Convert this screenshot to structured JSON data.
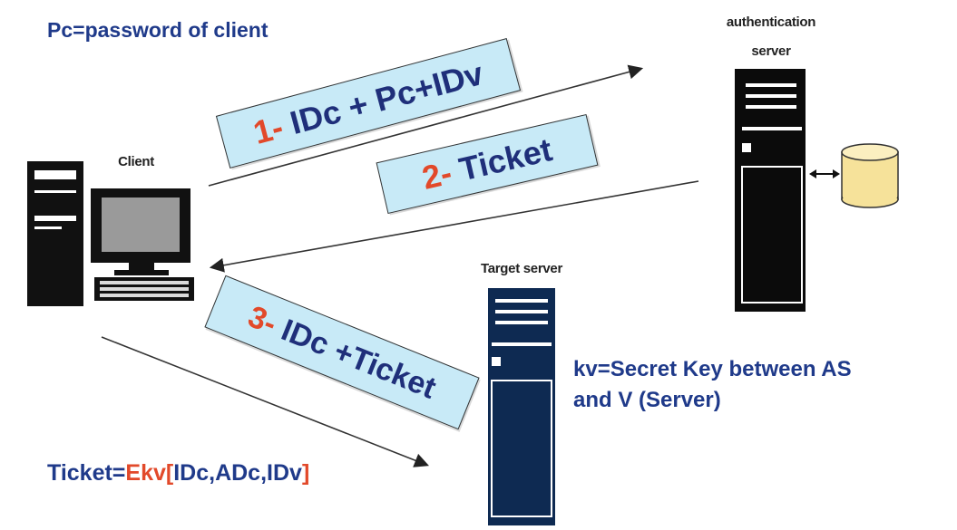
{
  "notes": {
    "pc_def": "Pc=password of client",
    "kv_def_line1": "kv=Secret Key between AS",
    "kv_def_line2": "and V (Server)",
    "ticket_prefix": "Ticket=",
    "ticket_ekv": "Ekv",
    "ticket_bracket_open": "[",
    "ticket_inner": "IDc,ADc,IDv",
    "ticket_bracket_close": "]"
  },
  "nodes": {
    "client": "Client",
    "auth_line1": "authentication",
    "auth_line2": "server",
    "target": "Target server"
  },
  "messages": [
    {
      "num": "1-",
      "text": " IDc + Pc+IDv"
    },
    {
      "num": "2-",
      "text": " Ticket"
    },
    {
      "num": "3-",
      "text_line1": " IDc +Ticket"
    }
  ],
  "colors": {
    "title_blue": "#1f3a8a",
    "step_red": "#e2492a",
    "banner_fill": "#c8eaf7",
    "server_navy": "#0e2a52",
    "db_yellow": "#f6e29a"
  }
}
